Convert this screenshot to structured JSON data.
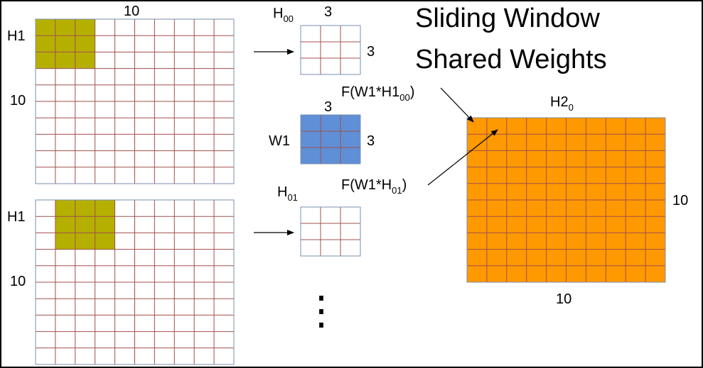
{
  "title": {
    "line1": "Sliding Window",
    "line2": "Shared Weights"
  },
  "colors": {
    "border": "#000000",
    "grid_line": "#a0504c",
    "grid_frame": "#7a8fb0",
    "window_fill": "#b5b000",
    "weight_fill": "#5f8fd6",
    "output_fill": "#ff9900"
  },
  "input_top": {
    "name": "H1",
    "size_top": "10",
    "size_side": "10",
    "grid": {
      "rows": 10,
      "cols": 10
    },
    "window": {
      "row": 0,
      "col": 0,
      "size": 3
    }
  },
  "input_bottom": {
    "name": "H1",
    "size_side": "10",
    "grid": {
      "rows": 10,
      "cols": 10
    },
    "window": {
      "row": 0,
      "col": 1,
      "size": 3
    }
  },
  "patch_00": {
    "name_base": "H",
    "name_sub": "00",
    "size_top": "3",
    "size_side": "3",
    "grid": {
      "rows": 3,
      "cols": 3
    }
  },
  "weights": {
    "name": "W1",
    "size_top": "3",
    "size_side": "3",
    "grid": {
      "rows": 3,
      "cols": 3
    }
  },
  "patch_01": {
    "name_base": "H",
    "name_sub": "01",
    "grid": {
      "rows": 3,
      "cols": 3
    }
  },
  "formula_00": {
    "prefix": "F(W1*H1",
    "sub": "00",
    "suffix": ")"
  },
  "formula_01": {
    "prefix": "F(W1*H",
    "sub": "01",
    "suffix": ")"
  },
  "output": {
    "name_base": "H2",
    "name_sub": "0",
    "size_bottom": "10",
    "size_side": "10",
    "grid": {
      "rows": 10,
      "cols": 10
    }
  },
  "continuation": "⋮"
}
